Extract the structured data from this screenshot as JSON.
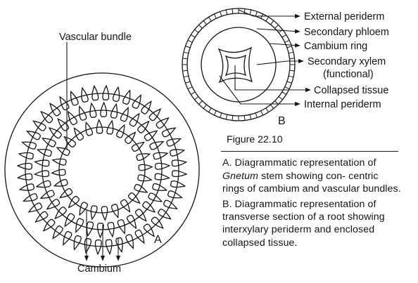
{
  "diagram_a": {
    "label": "A",
    "labels": {
      "vascular_bundle": "Vascular bundle",
      "cambium": "Cambium"
    }
  },
  "diagram_b": {
    "label": "B",
    "labels": {
      "external_periderm": "External periderm",
      "secondary_phloem": "Secondary phloem",
      "cambium_ring": "Cambium ring",
      "secondary_xylem_line1": "Secondary xylem",
      "secondary_xylem_line2": "(functional)",
      "collapsed_tissue": "Collapsed tissue",
      "internal_periderm": "Internal periderm"
    }
  },
  "caption": {
    "figure": "Figure 22.10",
    "a_prefix": "A. Diagrammatic representation of ",
    "a_genus": "Gnetum",
    "a_rest": " stem showing con- centric rings of cambium and vascular bundles.",
    "b_text": "B. Diagrammatic representation of transverse section of a root showing interxylary periderm and enclosed collapsed tissue."
  },
  "colors": {
    "ink": "#141414",
    "paper": "#ffffff"
  }
}
